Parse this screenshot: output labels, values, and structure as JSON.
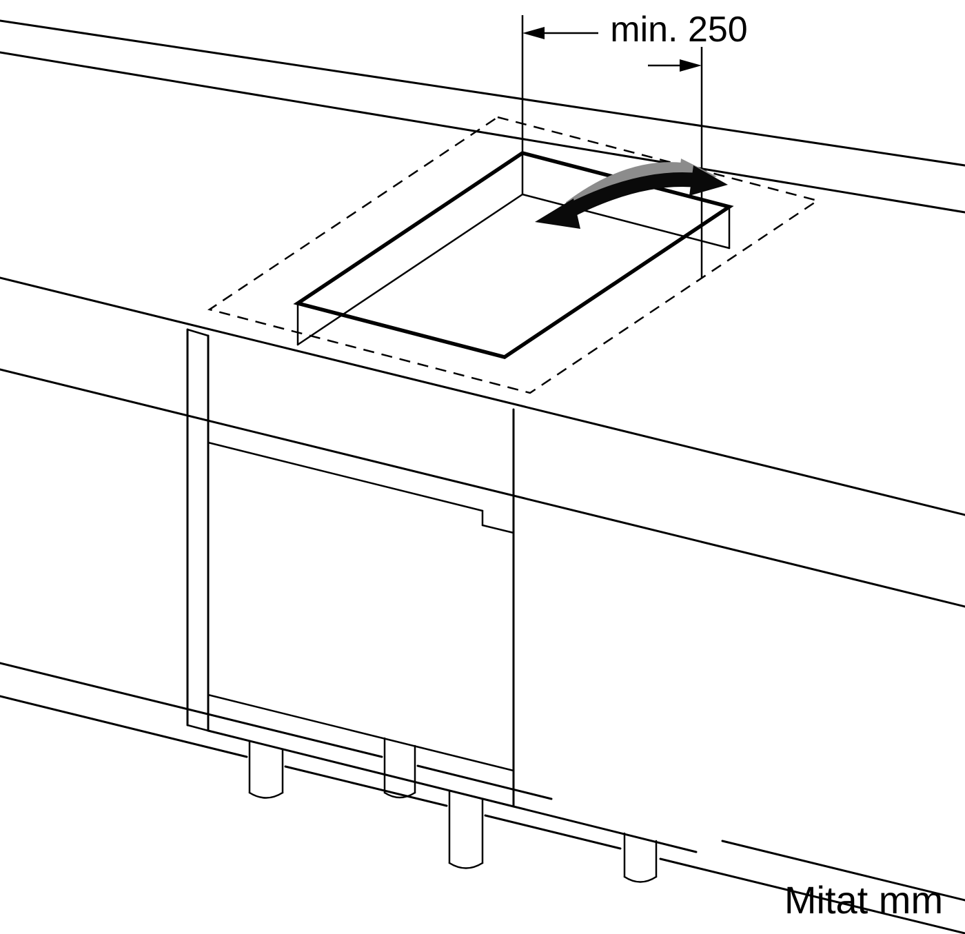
{
  "diagram": {
    "title": "hob-cutout-installation-diagram",
    "dimension_label": "min. 250",
    "units_label": "Mitat mm",
    "colors": {
      "line": "#000000",
      "arrow_black": "#0a0a0a",
      "arrow_gray": "#8c8c8c"
    },
    "icons": {
      "gray_arrow": "insert-direction-arrow-gray",
      "black_arrow": "insert-direction-arrow-black"
    }
  }
}
